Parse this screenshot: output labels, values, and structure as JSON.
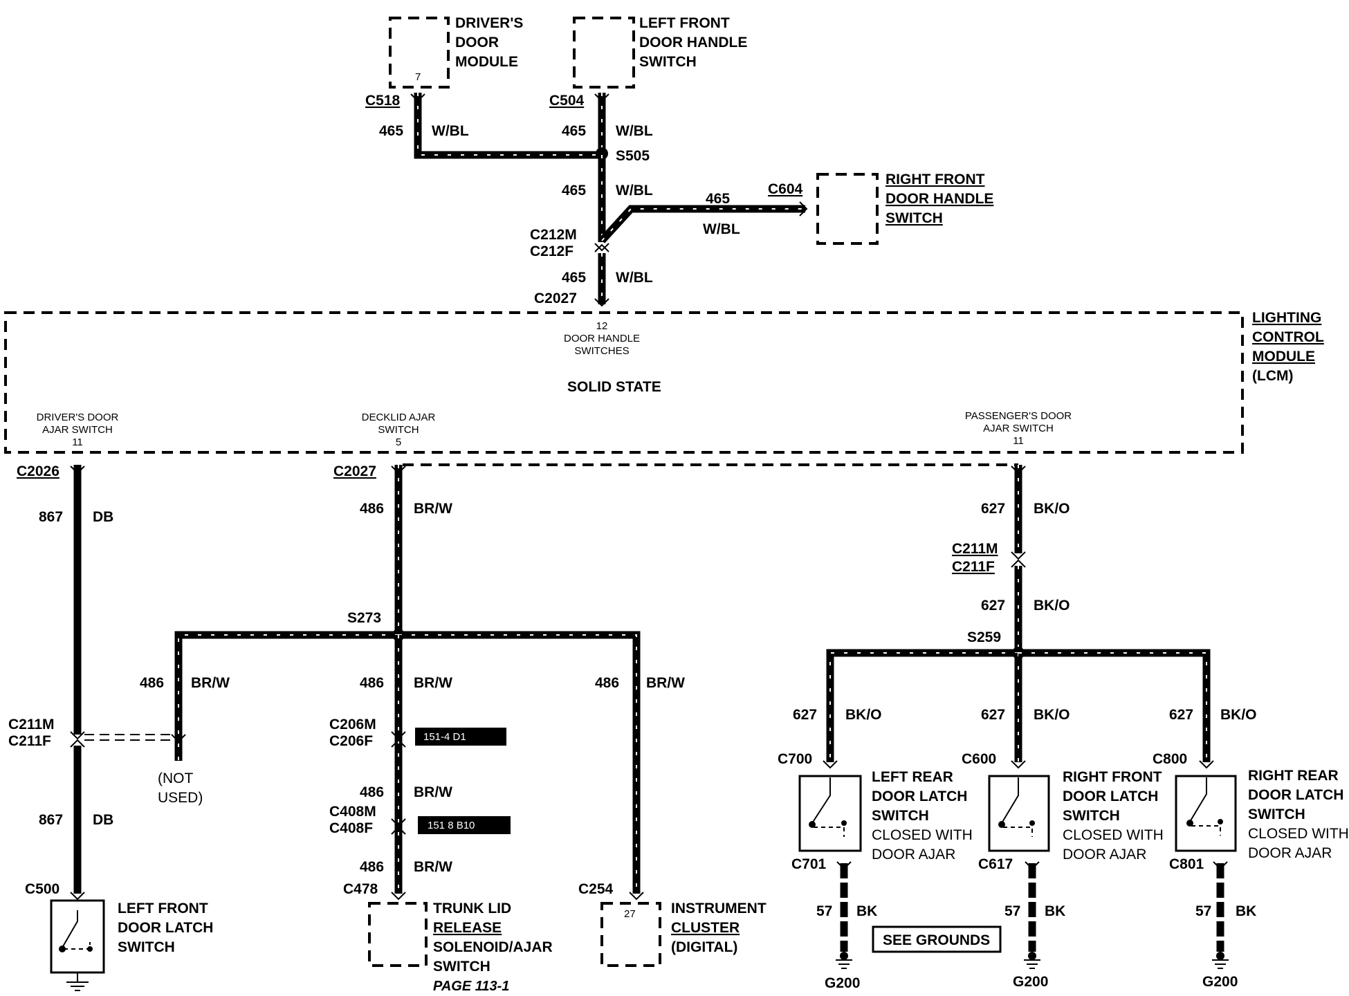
{
  "components": {
    "drivers_door_module": {
      "lines": [
        "DRIVER'S",
        "DOOR",
        "MODULE"
      ],
      "pin": "7"
    },
    "lf_door_handle_switch": {
      "lines": [
        "LEFT FRONT",
        "DOOR HANDLE",
        "SWITCH"
      ]
    },
    "rf_door_handle_switch": {
      "lines": [
        "RIGHT FRONT",
        "DOOR HANDLE",
        "SWITCH"
      ]
    },
    "lcm": {
      "lines": [
        "LIGHTING",
        "CONTROL",
        "MODULE",
        "(LCM)"
      ],
      "solid_state": "SOLID STATE",
      "pins": {
        "door_handle": {
          "lines": [
            "12",
            "DOOR HANDLE",
            "SWITCHES"
          ]
        },
        "drivers_ajar": {
          "lines": [
            "DRIVER'S DOOR",
            "AJAR SWITCH",
            "11"
          ]
        },
        "decklid_ajar": {
          "lines": [
            "DECKLID AJAR",
            "SWITCH",
            "5"
          ]
        },
        "passengers_ajar": {
          "lines": [
            "PASSENGER'S DOOR",
            "AJAR SWITCH",
            "11"
          ]
        }
      }
    },
    "lf_door_latch_switch": {
      "lines": [
        "LEFT FRONT",
        "DOOR LATCH",
        "SWITCH"
      ]
    },
    "trunk_lid_release": {
      "lines": [
        "TRUNK LID",
        "RELEASE",
        "SOLENOID/AJAR",
        "SWITCH"
      ],
      "page_ref": "PAGE 113-1"
    },
    "instrument_cluster": {
      "lines": [
        "INSTRUMENT",
        "CLUSTER",
        "(DIGITAL)"
      ],
      "pin": "27"
    },
    "lr_door_latch_switch": {
      "lines": [
        "LEFT REAR",
        "DOOR LATCH",
        "SWITCH"
      ],
      "note": [
        "CLOSED WITH",
        "DOOR AJAR"
      ]
    },
    "rf_door_latch_switch": {
      "lines": [
        "RIGHT FRONT",
        "DOOR LATCH",
        "SWITCH"
      ],
      "note": [
        "CLOSED WITH",
        "DOOR AJAR"
      ]
    },
    "rr_door_latch_switch": {
      "lines": [
        "RIGHT REAR",
        "DOOR LATCH",
        "SWITCH"
      ],
      "note": [
        "CLOSED WITH",
        "DOOR AJAR"
      ]
    }
  },
  "connectors": {
    "c518": "C518",
    "c504": "C504",
    "c604": "C604",
    "c212m": "C212M",
    "c212f": "C212F",
    "c2027_top": "C2027",
    "c2026": "C2026",
    "c2027_mid": "C2027",
    "c211m_left": "C211M",
    "c211f_left": "C211F",
    "c206m": "C206M",
    "c206f": "C206F",
    "c408m": "C408M",
    "c408f": "C408F",
    "c478": "C478",
    "c254": "C254",
    "c500": "C500",
    "c211m_right": "C211M",
    "c211f_right": "C211F",
    "c700": "C700",
    "c600": "C600",
    "c800": "C800",
    "c701": "C701",
    "c617": "C617",
    "c801": "C801"
  },
  "splices": {
    "s505": "S505",
    "s273": "S273",
    "s259": "S259"
  },
  "wires": {
    "w465_518": {
      "circuit": "465",
      "color": "W/BL"
    },
    "w465_504": {
      "circuit": "465",
      "color": "W/BL"
    },
    "w465_mid": {
      "circuit": "465",
      "color": "W/BL"
    },
    "w465_604": {
      "circuit": "465",
      "color": "W/BL"
    },
    "w465_lcm": {
      "circuit": "465",
      "color": "W/BL"
    },
    "w867_top": {
      "circuit": "867",
      "color": "DB"
    },
    "w867_bot": {
      "circuit": "867",
      "color": "DB"
    },
    "w486_top": {
      "circuit": "486",
      "color": "BR/W"
    },
    "w486_left": {
      "circuit": "486",
      "color": "BR/W"
    },
    "w486_center": {
      "circuit": "486",
      "color": "BR/W"
    },
    "w486_right": {
      "circuit": "486",
      "color": "BR/W"
    },
    "w486_c206": {
      "circuit": "486",
      "color": "BR/W"
    },
    "w486_c408": {
      "circuit": "486",
      "color": "BR/W"
    },
    "w627_top": {
      "circuit": "627",
      "color": "BK/O"
    },
    "w627_mid": {
      "circuit": "627",
      "color": "BK/O"
    },
    "w627_left": {
      "circuit": "627",
      "color": "BK/O"
    },
    "w627_center": {
      "circuit": "627",
      "color": "BK/O"
    },
    "w627_right": {
      "circuit": "627",
      "color": "BK/O"
    },
    "w57_left": {
      "circuit": "57",
      "color": "BK"
    },
    "w57_center": {
      "circuit": "57",
      "color": "BK"
    },
    "w57_right": {
      "circuit": "57",
      "color": "BK"
    }
  },
  "refs": {
    "ref_206": "151-4  D1",
    "ref_408": "151  8  B10"
  },
  "not_used": [
    "(NOT",
    "USED)"
  ],
  "see_grounds": "SEE GROUNDS",
  "grounds": {
    "g200_left": "G200",
    "g200_center": "G200",
    "g200_right": "G200"
  }
}
